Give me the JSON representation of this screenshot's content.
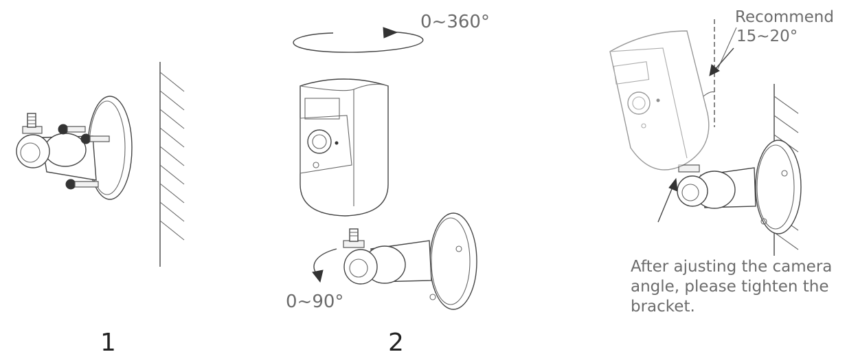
{
  "labels": {
    "rotation_horizontal": "0~360°",
    "rotation_vertical": "0~90°",
    "recommend_line1": "Recommend",
    "recommend_line2": "15~20°",
    "instruction_line1": "After ajusting the camera",
    "instruction_line2": "angle, please tighten the",
    "instruction_line3": "bracket."
  },
  "steps": [
    "1",
    "2"
  ],
  "colors": {
    "label_text": "#6b6b6b",
    "step_text": "#222222",
    "line": "#444444"
  }
}
